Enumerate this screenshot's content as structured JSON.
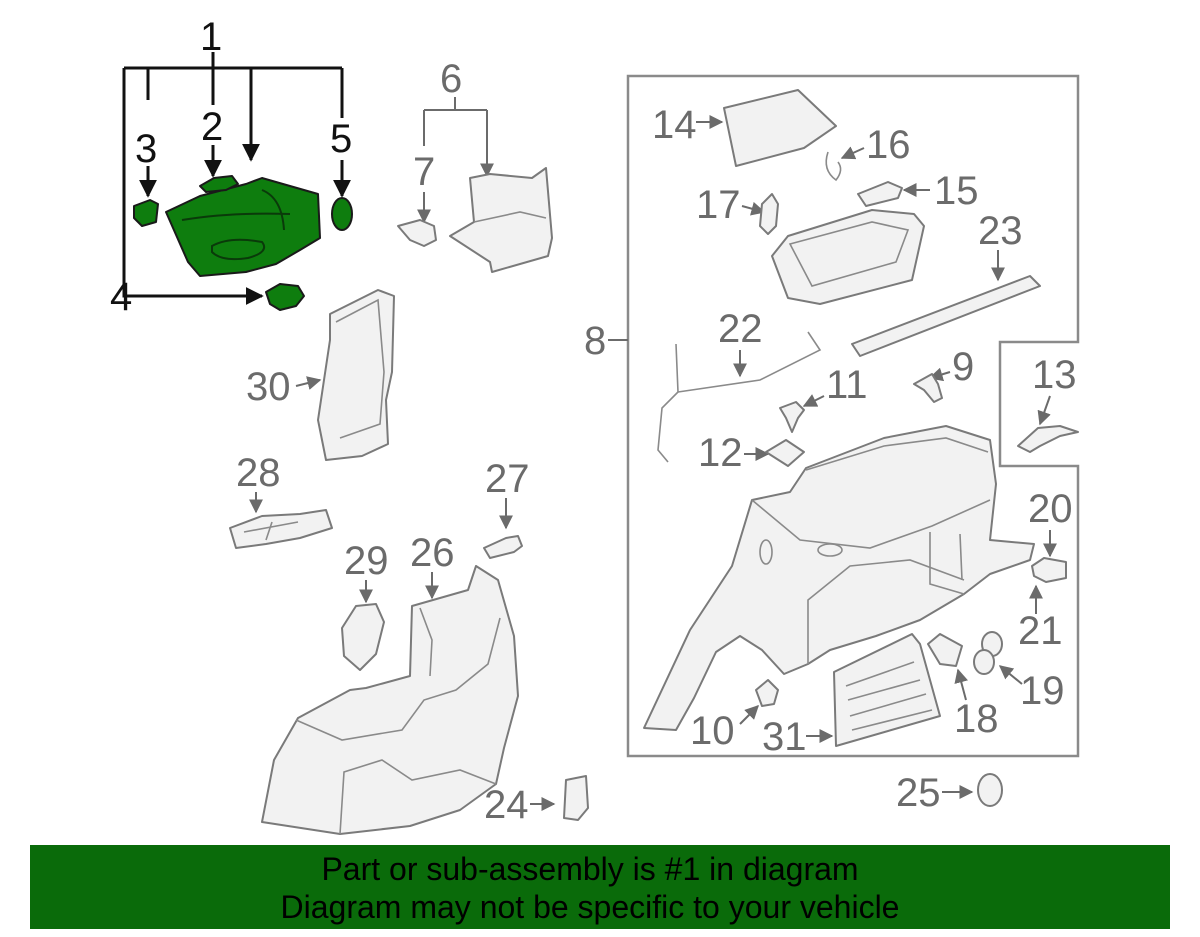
{
  "colors": {
    "banner_bg": "#0a6b0a",
    "highlight_fill": "#0e7d0e",
    "callout_highlight": "#111111",
    "callout_dim": "#6b6b6b",
    "part_fill": "#f2f2f2",
    "part_stroke": "#7a7a7a"
  },
  "callouts": {
    "c1": "1",
    "c2": "2",
    "c3": "3",
    "c4": "4",
    "c5": "5",
    "c6": "6",
    "c7": "7",
    "c8": "8",
    "c9": "9",
    "c10": "10",
    "c11": "11",
    "c12": "12",
    "c13": "13",
    "c14": "14",
    "c15": "15",
    "c16": "16",
    "c17": "17",
    "c18": "18",
    "c19": "19",
    "c20": "20",
    "c21": "21",
    "c22": "22",
    "c23": "23",
    "c24": "24",
    "c25": "25",
    "c26": "26",
    "c27": "27",
    "c28": "28",
    "c29": "29",
    "c30": "30",
    "c31": "31"
  },
  "banner": {
    "line1": "Part or sub-assembly is #1 in diagram",
    "line2": "Diagram may not be specific to your vehicle"
  }
}
